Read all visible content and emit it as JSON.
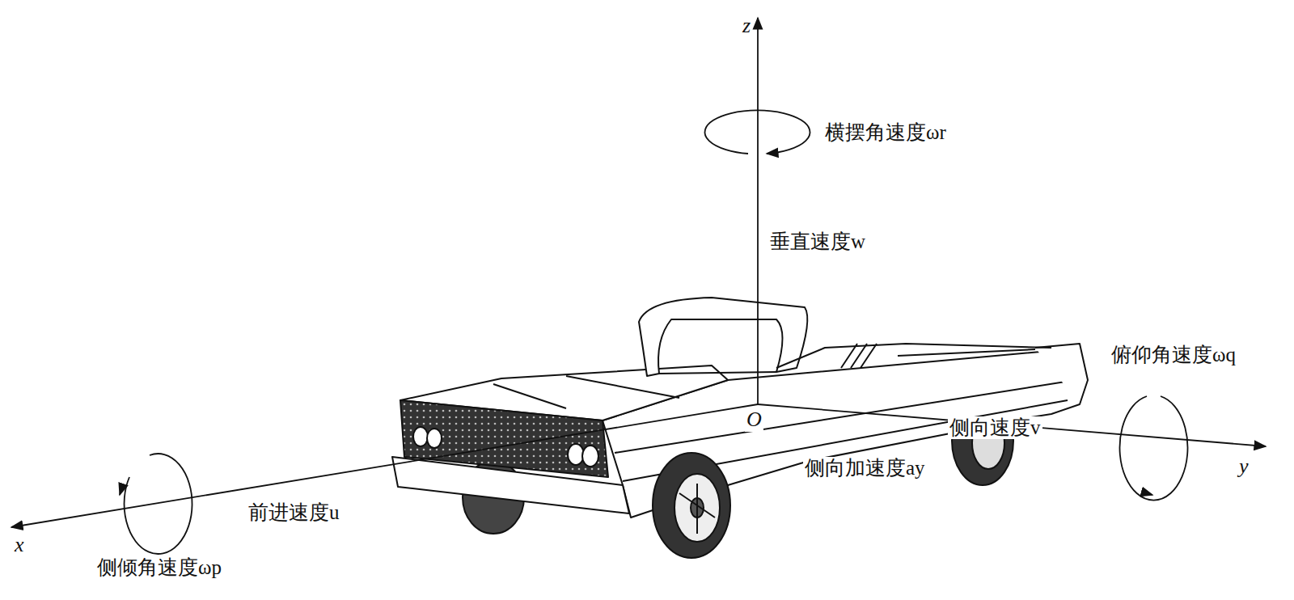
{
  "diagram": {
    "labels": [
      "z",
      "横摆角速度ωr",
      "垂直速度w",
      "俯仰角速度ωq",
      "侧向速度v",
      "O",
      "侧向加速度ay",
      "y",
      "前进速度u",
      "x",
      "侧倾角速度ωp"
    ]
  }
}
